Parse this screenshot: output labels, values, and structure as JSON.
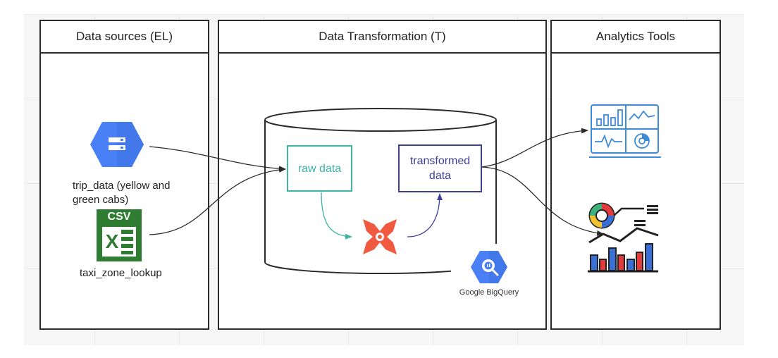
{
  "columns": {
    "sources": "Data sources (EL)",
    "transform": "Data Transformation (T)",
    "analytics": "Analytics Tools"
  },
  "sources": {
    "trip_data_line1": "trip_data (yellow and",
    "trip_data_line2": "green cabs)",
    "csv_badge": "CSV",
    "excel_letter": "X",
    "taxi_zone": "taxi_zone_lookup"
  },
  "transform": {
    "raw_data": "raw data",
    "transformed_line1": "transformed",
    "transformed_line2": "data",
    "bigquery_caption": "Google BigQuery"
  },
  "icons": {
    "cloud_storage": "google-cloud-storage-icon",
    "csv_file": "csv-excel-file-icon",
    "database": "database-cylinder-icon",
    "dbt": "dbt-icon",
    "bigquery": "google-bigquery-icon",
    "dashboard": "dashboard-icon",
    "reports": "analytics-report-icon"
  },
  "colors": {
    "raw_data_border": "#3bb5a0",
    "transformed_border": "#3f3f9a",
    "google_blue": "#4a80f5",
    "excel_green": "#2f7d32",
    "dbt_orange": "#f05a40",
    "dashboard_blue": "#3e8bd6"
  }
}
